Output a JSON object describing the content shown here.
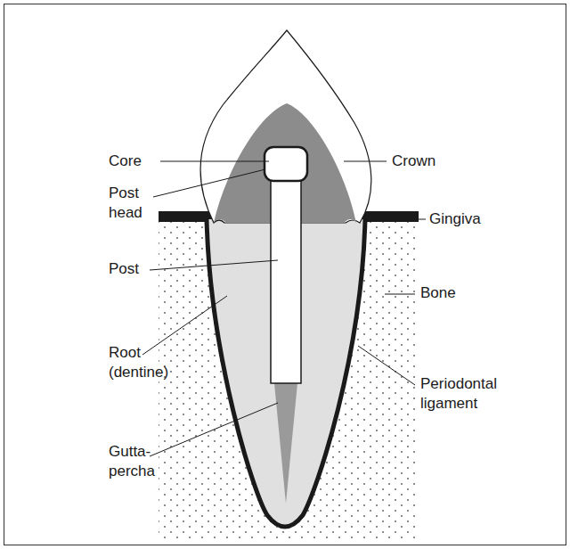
{
  "diagram": {
    "labels": [
      "Core",
      "Post head",
      "Post",
      "Root (dentine)",
      "Gutta-percha",
      "Crown",
      "Gingiva",
      "Bone",
      "Periodontal ligament"
    ]
  }
}
